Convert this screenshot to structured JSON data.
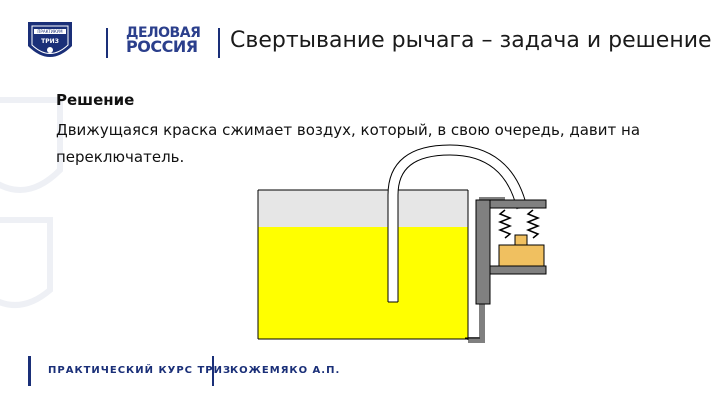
{
  "header": {
    "badge_top": "ПРАКТИКУМ",
    "badge_middle": "ТРИЗ",
    "org_logo_line1": "ДЕЛОВАЯ",
    "org_logo_line2": "РОССИЯ",
    "title": "Свертывание рычага – задача и решение"
  },
  "content": {
    "heading": "Решение",
    "text": "Движущаяся краска сжимает воздух, который, в свою очередь, давит на переключатель."
  },
  "footer": {
    "left": "ПРАКТИЧЕСКИЙ КУРС ТРИЗ",
    "right": "КОЖЕМЯКО А.П."
  },
  "colors": {
    "brand_blue": "#1a2f78",
    "paint_yellow": "#ffff00",
    "air_gray": "#e6e6e6",
    "switch_orange": "#f0c060"
  }
}
